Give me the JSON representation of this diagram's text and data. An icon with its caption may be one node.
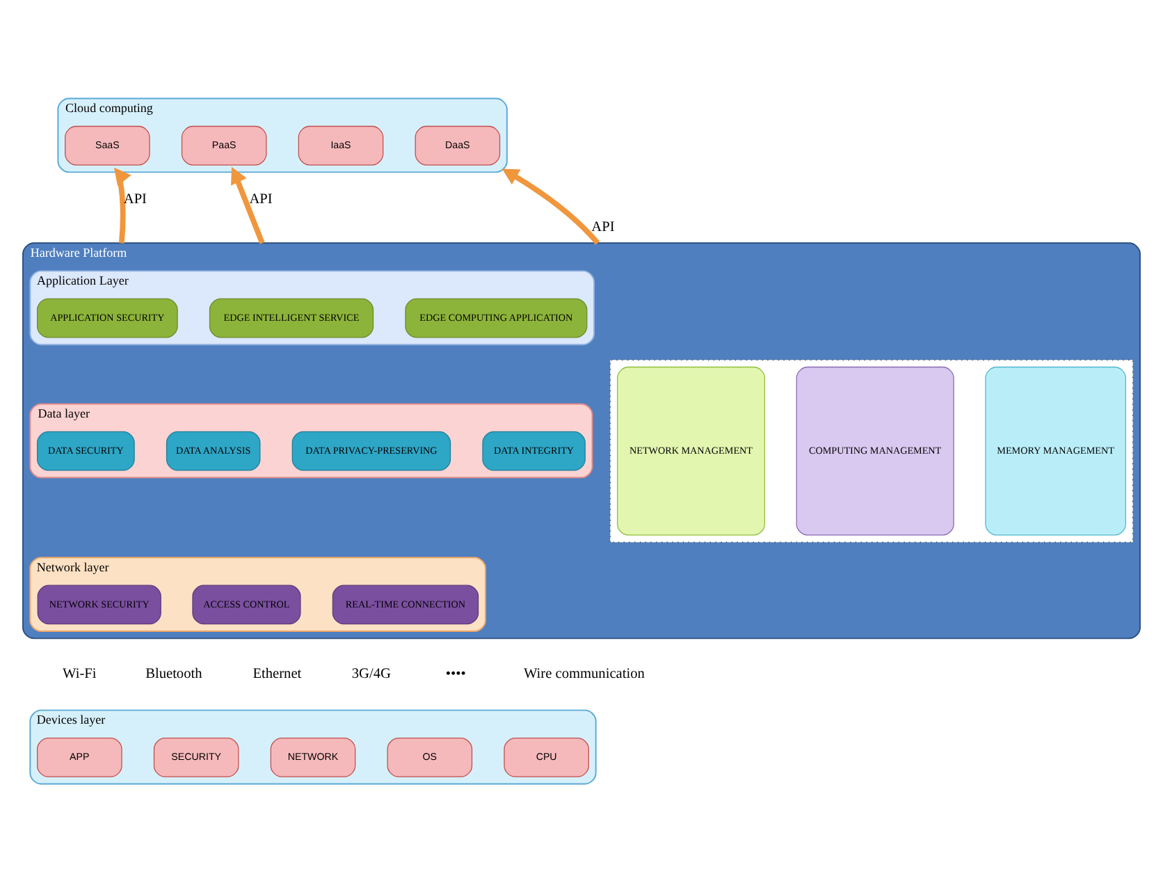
{
  "diagram": {
    "nodes": [
      {
        "text": [
          "Cloud computing"
        ]
      },
      {
        "text": [
          "SaaS"
        ],
        "in": 0
      },
      {
        "text": [
          "PaaS"
        ],
        "in": 0
      },
      {
        "text": [
          "IaaS"
        ],
        "in": 0
      },
      {
        "text": [
          "DaaS"
        ],
        "in": 0
      },
      {
        "text": [
          "Hardware Platform"
        ]
      },
      {
        "text": [
          "Application Layer"
        ],
        "in": 5
      },
      {
        "text": [
          "APPLICATION SECURITY"
        ],
        "in": 6
      },
      {
        "text": [
          "EDGE INTELLIGENT SERVICE"
        ],
        "in": 6
      },
      {
        "text": [
          "EDGE COMPUTING APPLICATION"
        ],
        "in": 6
      },
      {
        "text": [
          "Data layer"
        ],
        "in": 5
      },
      {
        "text": [
          "DATA SECURITY"
        ],
        "in": 10
      },
      {
        "text": [
          "DATA ANALYSIS"
        ],
        "in": 10
      },
      {
        "text": [
          "DATA PRIVACY-PRESERVING"
        ],
        "in": 10
      },
      {
        "text": [
          "DATA INTEGRITY"
        ],
        "in": 10
      },
      {
        "text": [
          "Network layer"
        ],
        "in": 5
      },
      {
        "text": [
          "NETWORK SECURITY"
        ],
        "in": 15
      },
      {
        "text": [
          "ACCESS CONTROL"
        ],
        "in": 15
      },
      {
        "text": [
          "REAL-TIME CONNECTION"
        ],
        "in": 15
      },
      {
        "text": [],
        "shape": "box",
        "in": 5
      },
      {
        "text": [
          "NETWORK MANAGEMENT"
        ],
        "in": 19
      },
      {
        "text": [
          "COMPUTING MANAGEMENT"
        ],
        "in": 19
      },
      {
        "text": [
          "MEMORY MANAGEMENT"
        ],
        "in": 19
      },
      {
        "text": [
          "Devices layer"
        ]
      },
      {
        "text": [
          "APP"
        ],
        "in": 23
      },
      {
        "text": [
          "SECURITY"
        ],
        "in": 23
      },
      {
        "text": [
          "NETWORK"
        ],
        "in": 23
      },
      {
        "text": [
          "OS"
        ],
        "in": 23
      },
      {
        "text": [
          "CPU"
        ],
        "in": 23
      }
    ],
    "edges": [
      {
        "from": 5,
        "to": 0,
        "arrow": "to",
        "label": "API"
      },
      {
        "from": 5,
        "to": 0,
        "arrow": "to",
        "label": "API"
      },
      {
        "from": 5,
        "to": 0,
        "arrow": "to",
        "label": "API"
      }
    ],
    "labels": [
      "Wi-Fi",
      "Bluetooth",
      "Ethernet",
      "3G/4G",
      "••••",
      "Wire communication"
    ]
  }
}
